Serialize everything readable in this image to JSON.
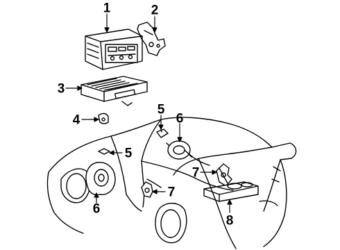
{
  "diagram": {
    "callouts": [
      {
        "id": "c1",
        "number": "1"
      },
      {
        "id": "c2",
        "number": "2"
      },
      {
        "id": "c3",
        "number": "3"
      },
      {
        "id": "c4",
        "number": "4"
      },
      {
        "id": "c5a",
        "number": "5"
      },
      {
        "id": "c5b",
        "number": "5"
      },
      {
        "id": "c6a",
        "number": "6"
      },
      {
        "id": "c6b",
        "number": "6"
      },
      {
        "id": "c7a",
        "number": "7"
      },
      {
        "id": "c7b",
        "number": "7"
      },
      {
        "id": "c8",
        "number": "8"
      }
    ]
  }
}
